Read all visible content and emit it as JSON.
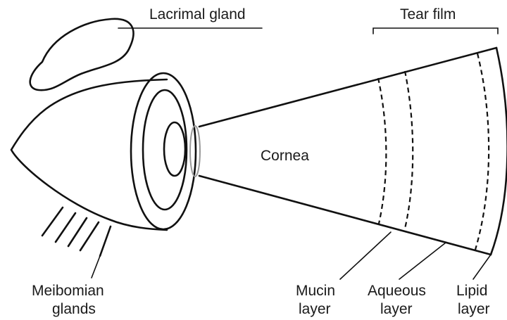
{
  "labels": {
    "lacrimal_gland": "Lacrimal gland",
    "tear_film": "Tear film",
    "cornea": "Cornea",
    "meibomian_line1": "Meibomian",
    "meibomian_line2": "glands",
    "mucin_line1": "Mucin",
    "mucin_line2": "layer",
    "aqueous_line1": "Aqueous",
    "aqueous_line2": "layer",
    "lipid_line1": "Lipid",
    "lipid_line2": "layer"
  },
  "colors": {
    "stroke": "#111111",
    "text": "#1a1a1a",
    "lens_highlight": "#9a9a9a"
  }
}
